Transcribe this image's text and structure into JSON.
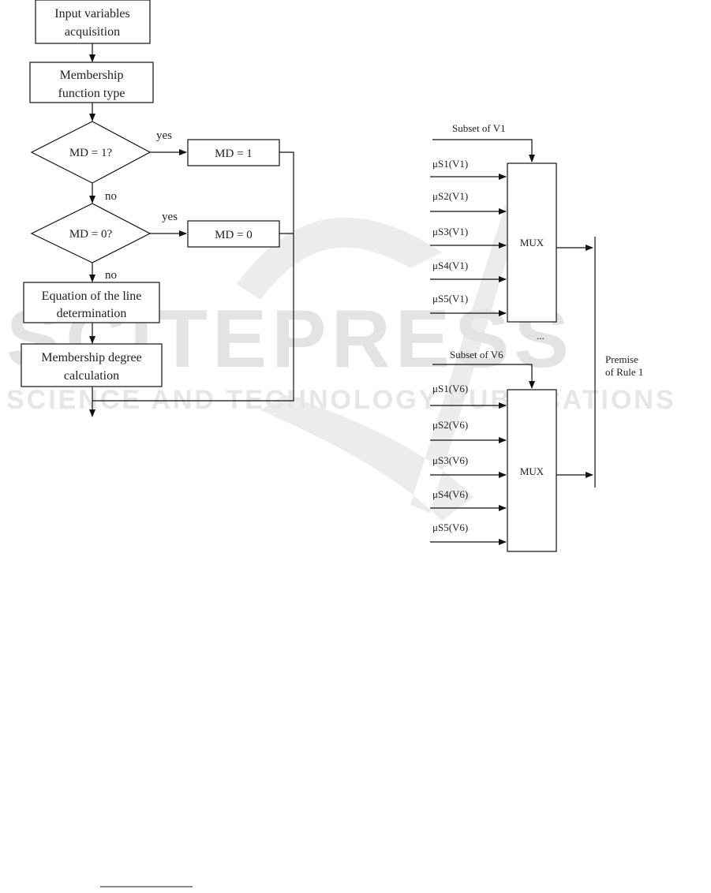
{
  "watermark": {
    "big_text": "SCITEPRESS",
    "small_text": "SCIENCE AND TECHNOLOGY PUBLICATIONS"
  },
  "flowchart": {
    "input_line1": "Input variables",
    "input_line2": "acquisition",
    "mf_line1": "Membership",
    "mf_line2": "function type",
    "decision1": "MD = 1?",
    "decision2": "MD = 0?",
    "yes1": "yes",
    "yes2": "yes",
    "no1": "no",
    "no2": "no",
    "result1": "MD = 1",
    "result0": "MD = 0",
    "eq_line1": "Equation of the line",
    "eq_line2": "determination",
    "calc_line1": "Membership degree",
    "calc_line2": "calculation"
  },
  "mux_diagram": {
    "subset_v1": "Subset of V1",
    "subset_v6": "Subset of V6",
    "mux_label": "MUX",
    "ellipsis": "...",
    "inputs_v1": [
      "μS1(V1)",
      "μS2(V1)",
      "μS3(V1)",
      "μS4(V1)",
      "μS5(V1)"
    ],
    "inputs_v6": [
      "μS1(V6)",
      "μS2(V6)",
      "μS3(V6)",
      "μS4(V6)",
      "μS5(V6)"
    ],
    "premise_line1": "Premise",
    "premise_line2": "of Rule 1"
  }
}
